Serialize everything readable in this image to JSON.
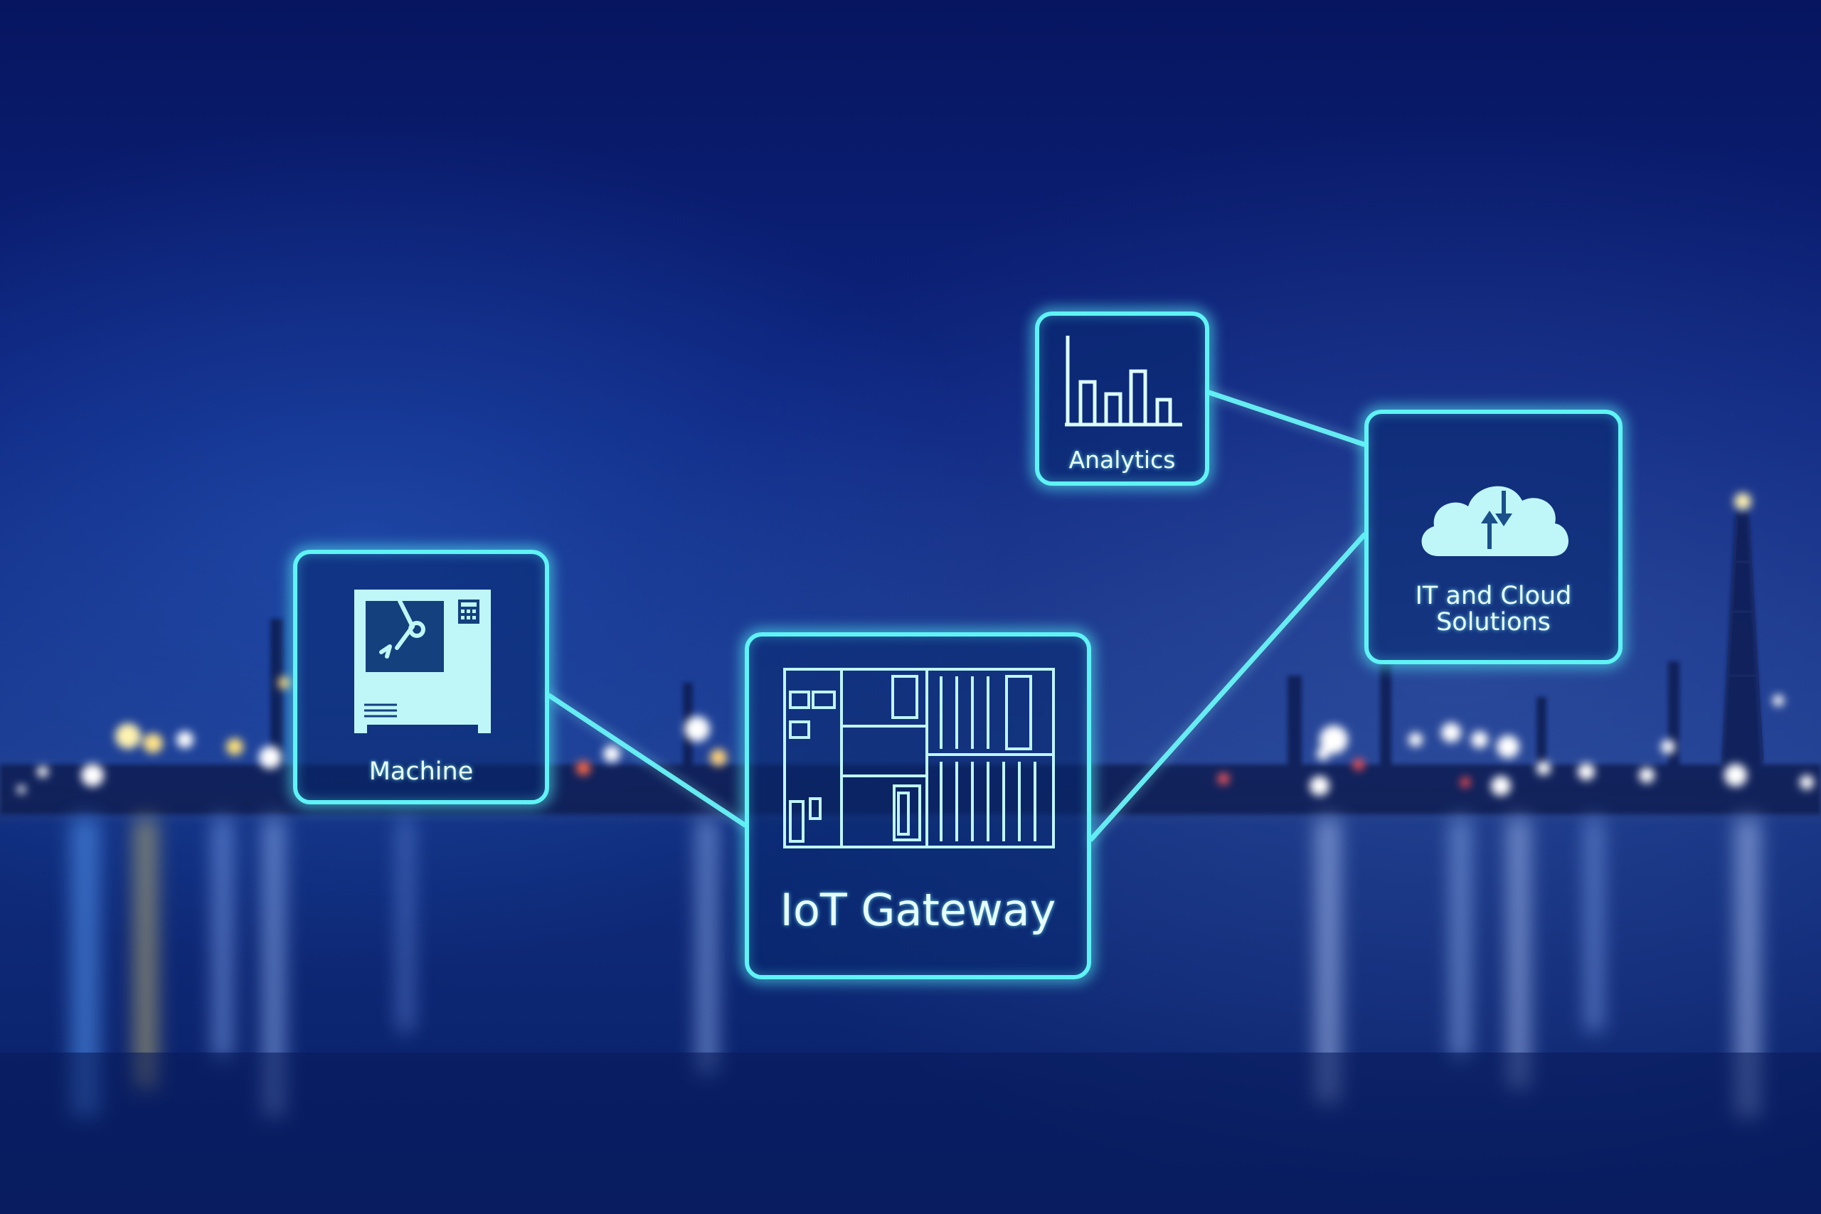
{
  "diagram": {
    "nodes": {
      "analytics": {
        "label": "Analytics",
        "icon": "bar-chart-icon"
      },
      "cloud": {
        "label_line1": "IT and Cloud",
        "label_line2": "Solutions",
        "icon": "cloud-sync-icon"
      },
      "machine": {
        "label": "Machine",
        "icon": "robot-machine-icon"
      },
      "gateway": {
        "label": "IoT Gateway",
        "icon": "circuit-board-icon"
      }
    },
    "connections": [
      {
        "from": "machine",
        "to": "gateway"
      },
      {
        "from": "gateway",
        "to": "cloud"
      },
      {
        "from": "analytics",
        "to": "cloud"
      }
    ]
  },
  "colors": {
    "glow": "#5ff3f5",
    "sky_top": "#0a1c6a",
    "sky_bottom": "#123a8f",
    "water": "#0d2a78"
  }
}
